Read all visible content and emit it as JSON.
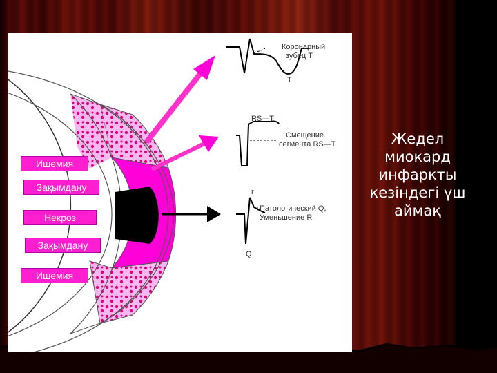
{
  "zones": {
    "ischemia_top": "Ишемия",
    "injury_top": "Зақымдану",
    "necrosis": "Некроз",
    "injury_bottom": "Зақымдану",
    "ischemia_bottom": "Ишемия"
  },
  "ecg": {
    "t_wave_caption_1": "Коронарный",
    "t_wave_caption_2": "зубец Т",
    "t_label": "Т",
    "rst_label": "RS—T",
    "st_caption_1": "Смещение",
    "st_caption_2": "сегмента RS—T",
    "r_label": "r",
    "q_caption_1": "Патологический Q,",
    "q_caption_2": "Уменьшение R",
    "q_label": "Q"
  },
  "title": {
    "line1": "Жедел",
    "line2": "миокард",
    "line3": "инфаркты",
    "line4": "кезіндегі үш",
    "line5": "аймақ"
  },
  "colors": {
    "pink_zone": "#ff00d8",
    "dots_zone": "#f7b8f0",
    "label_bg": "#ff1fd0"
  }
}
